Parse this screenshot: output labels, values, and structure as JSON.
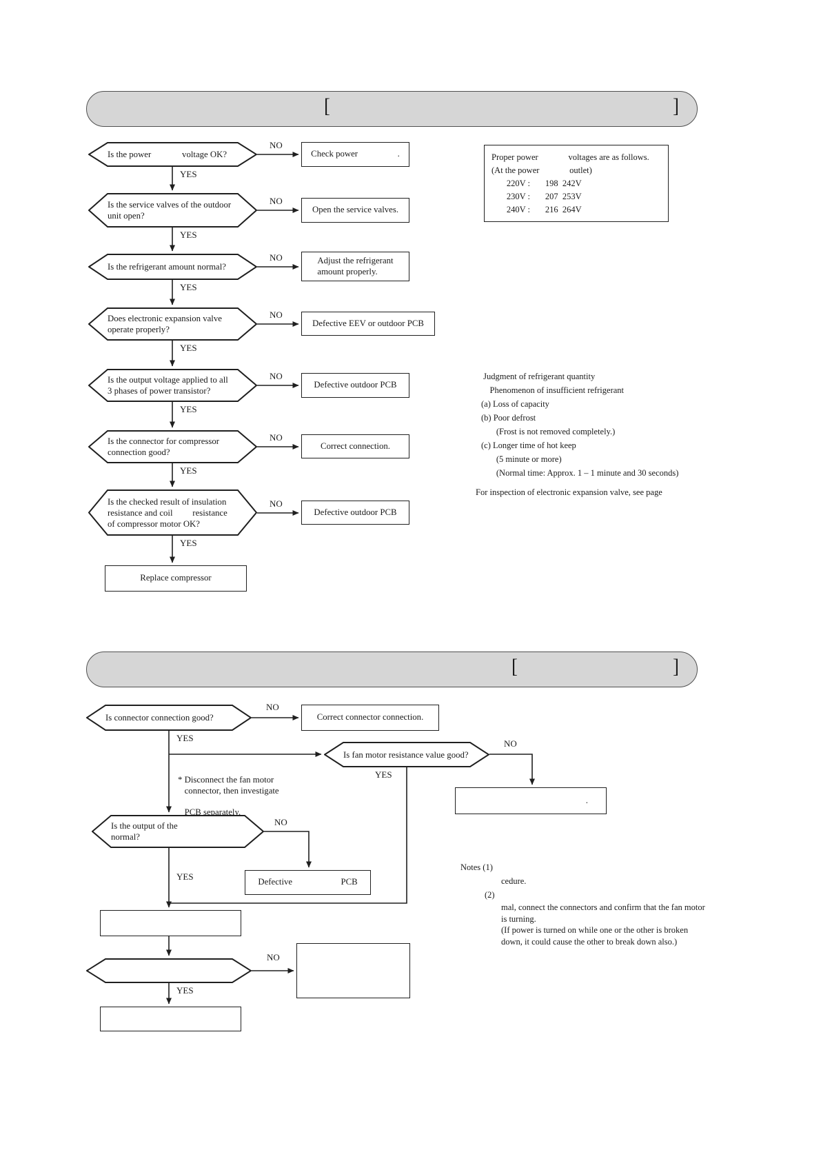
{
  "flow1": {
    "header": {
      "bracket_left": "[",
      "bracket_right": "]"
    },
    "steps": [
      {
        "question": "Is the power              voltage OK?",
        "no_label": "NO",
        "yes_label": "YES",
        "no_result": "Check power                  ."
      },
      {
        "question": "Is the service valves of the outdoor\nunit open?",
        "no_label": "NO",
        "yes_label": "YES",
        "no_result": "Open the service valves."
      },
      {
        "question": "Is the refrigerant amount normal?",
        "no_label": "NO",
        "yes_label": "YES",
        "no_result": "Adjust the refrigerant\namount properly."
      },
      {
        "question": "Does electronic expansion valve\noperate properly?",
        "no_label": "NO",
        "yes_label": "YES",
        "no_result": "Defective EEV or outdoor PCB"
      },
      {
        "question": "Is the output voltage applied to all\n3 phases of power transistor?",
        "no_label": "NO",
        "yes_label": "YES",
        "no_result": "Defective outdoor PCB"
      },
      {
        "question": "Is the connector for compressor\nconnection good?",
        "no_label": "NO",
        "yes_label": "YES",
        "no_result": "Correct connection."
      },
      {
        "question": "Is the checked result of insulation\nresistance and coil         resistance\nof compressor motor OK?",
        "no_label": "NO",
        "yes_label": "YES",
        "no_result": "Defective outdoor PCB"
      }
    ],
    "final_action": "Replace compressor",
    "info_box": "Proper power              voltages are as follows.\n(At the power              outlet)\n       220V :       198  242V\n       230V :       207  253V\n       240V :       216  264V",
    "judgment_note": " Judgment of refrigerant quantity\n    Phenomenon of insufficient refrigerant\n(a) Loss of capacity\n(b) Poor defrost\n       (Frost is not removed completely.)\n(c) Longer time of hot keep\n       (5 minute or more)\n       (Normal time: Approx. 1 – 1 minute and 30 seconds)",
    "inspection_note": "For inspection of electronic expansion valve, see page"
  },
  "flow2": {
    "header": {
      "bracket_left": "[",
      "bracket_right": "]"
    },
    "d_connector": {
      "question": "Is connector connection good?",
      "no_label": "NO",
      "yes_label": "YES",
      "no_result": "Correct connector connection."
    },
    "d_fan_resistance": {
      "question": "Is fan motor resistance value good?",
      "no_label": "NO",
      "yes_label": "YES",
      "no_result": "."
    },
    "star_note": "* Disconnect the fan motor\n   connector, then investigate\n\n   PCB separately.",
    "d_output": {
      "question": "Is the output of the\nnormal?",
      "no_label": "NO",
      "yes_label": "YES",
      "no_result": "Defective                      PCB"
    },
    "d_final": {
      "no_label": "NO",
      "yes_label": "YES"
    },
    "notes": {
      "label": "Notes (1)",
      "note1": "cedure.",
      "label2": "(2)",
      "note2": "mal, connect the connectors and confirm that the fan motor\nis turning.\n(If power is turned on while one or the other is broken\ndown, it could cause the other to break down also.)"
    }
  }
}
